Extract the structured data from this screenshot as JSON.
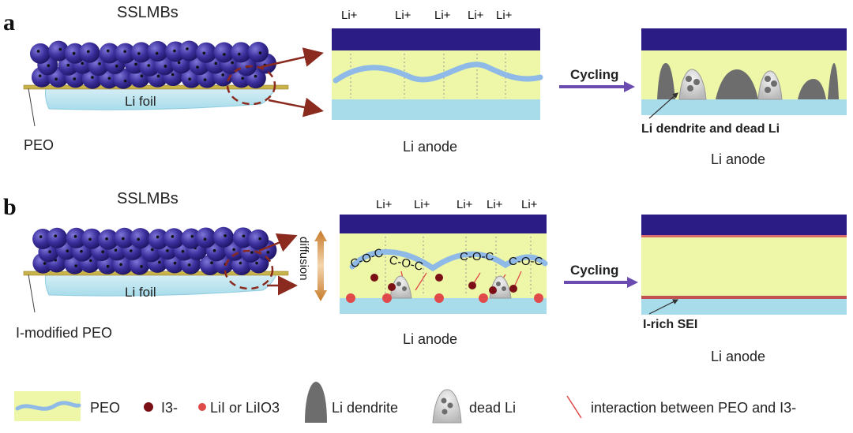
{
  "panel_a": {
    "letter": "a",
    "title": "SSLMBs",
    "foil_label": "Li foil",
    "layer_label": "PEO",
    "anode_label": "Li anode",
    "ion_labels": [
      "Li+",
      "Li+",
      "Li+",
      "Li+",
      "Li+"
    ],
    "arrow_label": "Cycling",
    "result_label": "Li dendrite and dead Li",
    "result_anode_label": "Li anode"
  },
  "panel_b": {
    "letter": "b",
    "title": "SSLMBs",
    "foil_label": "Li foil",
    "layer_label": "I-modified PEO",
    "diffusion_label": "diffusion",
    "anode_label": "Li anode",
    "ion_labels": [
      "Li+",
      "Li+",
      "Li+",
      "Li+",
      "Li+"
    ],
    "chain_labels": [
      "C-O-C",
      "C-O-C",
      "C-O-C",
      "C-O-C"
    ],
    "arrow_label": "Cycling",
    "result_label": "I-rich SEI",
    "result_anode_label": "Li anode"
  },
  "legend": {
    "peo": "PEO",
    "i3": "I3-",
    "lii": "LiI or LiIO3",
    "dendrite": "Li dendrite",
    "dead": "dead Li",
    "interaction": "interaction between PEO and I3-"
  },
  "colors": {
    "navy": "#2b1b85",
    "peo": "#eef7a8",
    "li": "#a8dcea",
    "sphere": "#3b2f9c",
    "arrow": "#8b2a1e",
    "cycling": "#6a4bb0",
    "dendrite": "#6d6d6d",
    "i3": "#7a1016",
    "lii": "#e04a4a",
    "chain": "#8fb9e6"
  }
}
